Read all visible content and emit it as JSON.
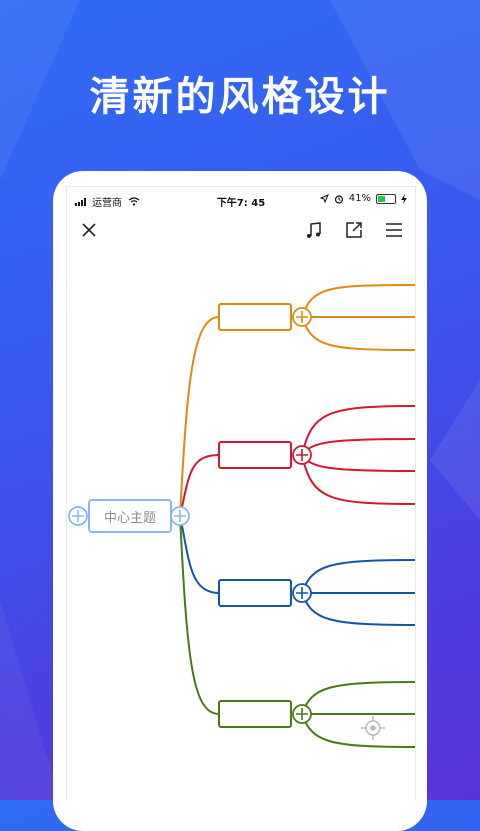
{
  "promo": {
    "headline": "清新的风格设计"
  },
  "colors": {
    "background_start": "#2f6cf5",
    "background_end": "#5a33d8",
    "central_node": "#8ab8ee",
    "branch_orange": "#e08a12",
    "branch_red": "#d2192e",
    "branch_blue": "#1553a8",
    "branch_green": "#4a7a18"
  },
  "status_bar": {
    "carrier": "运营商",
    "time": "下午7: 45",
    "battery_percent": "41%",
    "battery_level": 0.41
  },
  "toolbar": {
    "close_icon": "close-icon",
    "music_icon": "music-note-icon",
    "share_icon": "share-export-icon",
    "menu_icon": "menu-icon"
  },
  "mindmap": {
    "central_topic": "中心主题",
    "branch_count": 4,
    "sub_branch_counts": [
      3,
      4,
      3,
      3
    ],
    "locate_icon": "locate-crosshair-icon"
  }
}
